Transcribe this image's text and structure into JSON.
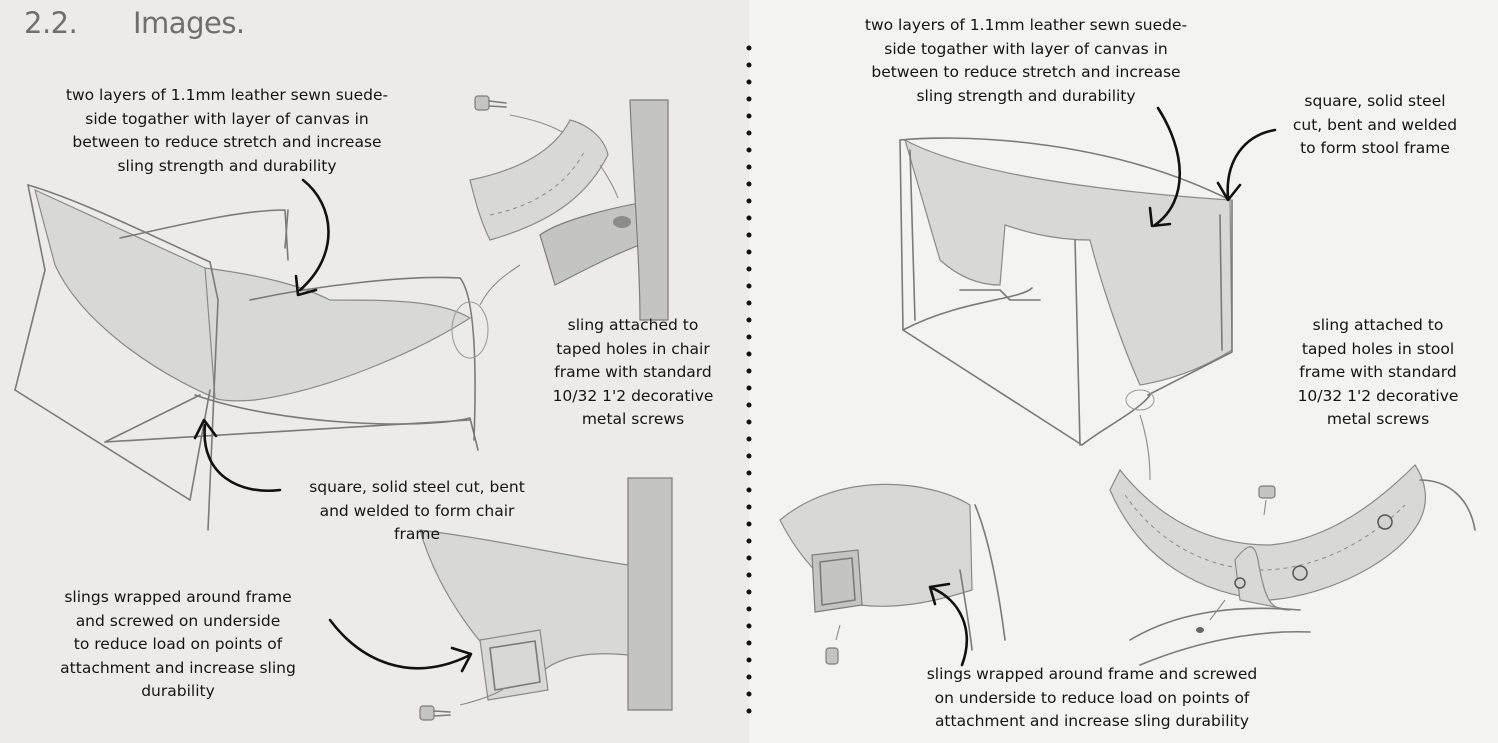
{
  "header": {
    "number": "2.2.",
    "title": "Images."
  },
  "left": {
    "note_leather": [
      "two layers of 1.1mm leather sewn suede-",
      "side togather with layer of canvas in",
      "between to reduce stretch and increase",
      "sling strength and durability"
    ],
    "note_attach": [
      "sling attached to",
      "taped holes in chair",
      "frame with standard",
      "10/32 1'2 decorative",
      "metal screws"
    ],
    "note_frame": [
      "square, solid steel cut, bent",
      "and welded to form chair",
      "frame"
    ],
    "note_wrap": [
      "slings wrapped around frame",
      "and screwed on underside",
      "to reduce load on points of",
      "attachment and increase sling",
      "durability"
    ]
  },
  "right": {
    "note_leather": [
      "two layers of 1.1mm leather sewn suede-",
      "side togather with layer of canvas in",
      "between to reduce stretch and increase",
      "sling strength and durability"
    ],
    "note_frame": [
      "square, solid steel",
      "cut, bent and welded",
      "to form stool frame"
    ],
    "note_attach": [
      "sling attached to",
      "taped holes in stool",
      "frame with standard",
      "10/32 1'2 decorative",
      "metal screws"
    ],
    "note_wrap": [
      "slings wrapped around frame and screwed",
      "on underside to reduce load on points of",
      "attachment and increase sling durability"
    ]
  },
  "colors": {
    "ink": "#151515",
    "pencil": "#7a7a7a",
    "heading": "#6f6f6f"
  }
}
